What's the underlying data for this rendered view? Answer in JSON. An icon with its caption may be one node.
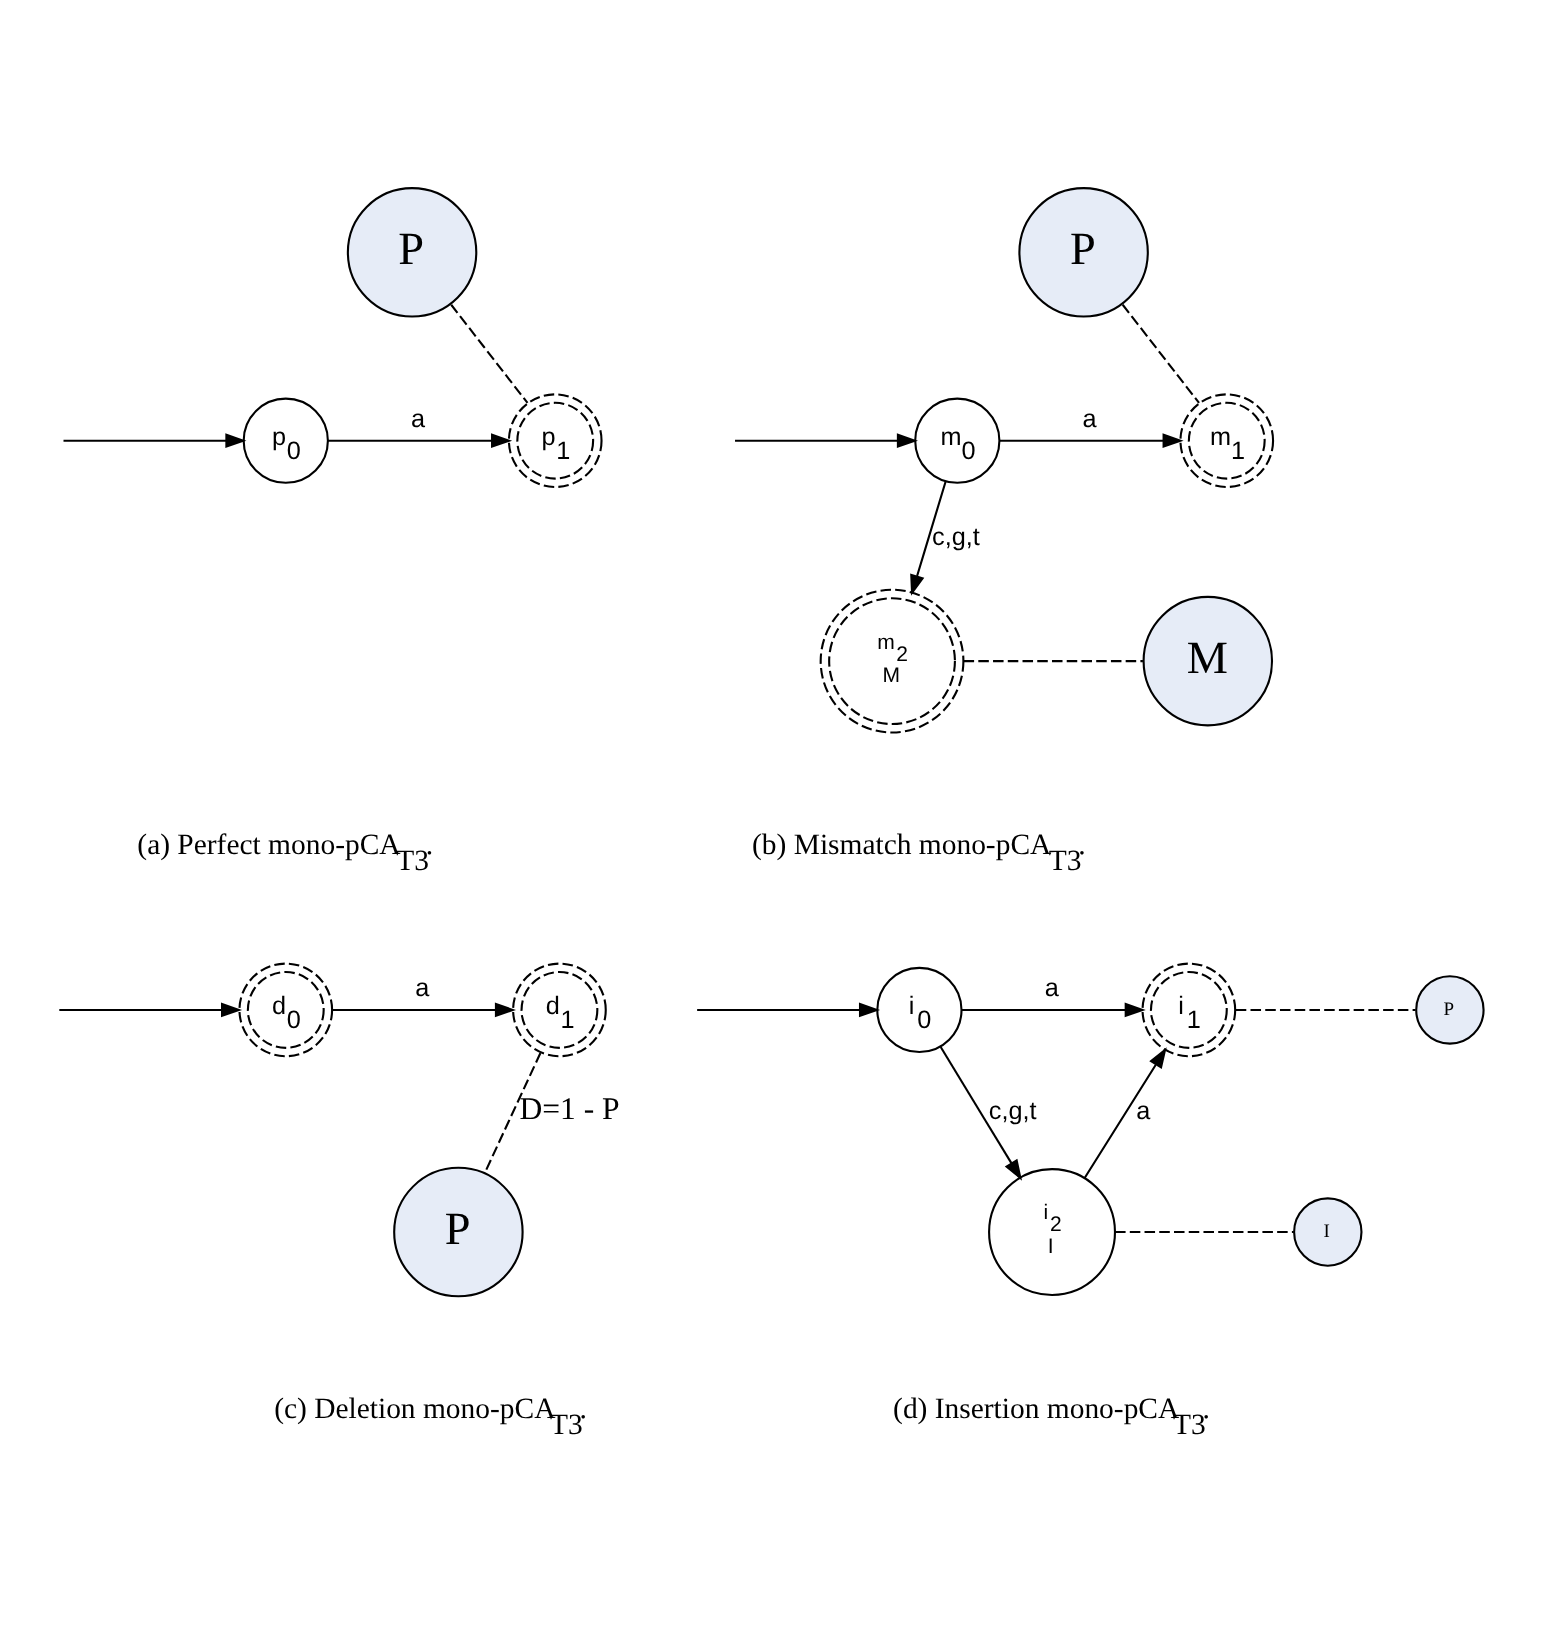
{
  "diagram": {
    "nodes": [
      {
        "text": [
          "P"
        ]
      },
      {
        "text": [
          "p$_{0}$"
        ]
      },
      {
        "text": [
          "p$_{1}$"
        ]
      },
      {
        "text": [
          "P"
        ]
      },
      {
        "text": [
          "m$_{0}$"
        ]
      },
      {
        "text": [
          "m$_{1}$"
        ]
      },
      {
        "text": [
          "m$_{2}$",
          "M"
        ]
      },
      {
        "text": [
          "M"
        ]
      },
      {
        "text": [
          "d$_{0}$"
        ]
      },
      {
        "text": [
          "d$_{1}$"
        ]
      },
      {
        "text": [
          "P"
        ]
      },
      {
        "text": [
          "i$_{0}$"
        ]
      },
      {
        "text": [
          "i$_{1}$"
        ]
      },
      {
        "text": [
          "P"
        ]
      },
      {
        "text": [
          "i$_{2}$",
          "I"
        ]
      },
      {
        "text": [
          "I"
        ]
      }
    ],
    "edges": [
      {
        "from": null,
        "to": 1,
        "arrow": "to"
      },
      {
        "from": 1,
        "to": 2,
        "arrow": "to",
        "label": "a"
      },
      {
        "from": 0,
        "to": 2,
        "arrow": "none",
        "style": "dashed"
      },
      {
        "from": null,
        "to": 4,
        "arrow": "to"
      },
      {
        "from": 4,
        "to": 5,
        "arrow": "to",
        "label": "a"
      },
      {
        "from": 3,
        "to": 5,
        "arrow": "none",
        "style": "dashed"
      },
      {
        "from": 4,
        "to": 6,
        "arrow": "to",
        "label": "c,g,t"
      },
      {
        "from": 6,
        "to": 7,
        "arrow": "none",
        "style": "dashed"
      },
      {
        "from": null,
        "to": 8,
        "arrow": "to"
      },
      {
        "from": 8,
        "to": 9,
        "arrow": "to",
        "label": "a"
      },
      {
        "from": 9,
        "to": 10,
        "arrow": "none",
        "style": "dashed",
        "label": "D=1 - P"
      },
      {
        "from": null,
        "to": 11,
        "arrow": "to"
      },
      {
        "from": 11,
        "to": 12,
        "arrow": "to",
        "label": "a"
      },
      {
        "from": 11,
        "to": 14,
        "arrow": "to",
        "label": "c,g,t"
      },
      {
        "from": 14,
        "to": 12,
        "arrow": "to",
        "label": "a"
      },
      {
        "from": 12,
        "to": 13,
        "arrow": "none",
        "style": "dashed"
      },
      {
        "from": 14,
        "to": 15,
        "arrow": "none",
        "style": "dashed"
      }
    ],
    "labels": [
      "(a) Perfect mono-pCA$_{T3}$.",
      "(b) Mismatch mono-pCA$_{T3}$.",
      "(c) Deletion mono-pCA$_{T3}$.",
      "(d) Insertion mono-pCA$_{T3}$."
    ]
  }
}
